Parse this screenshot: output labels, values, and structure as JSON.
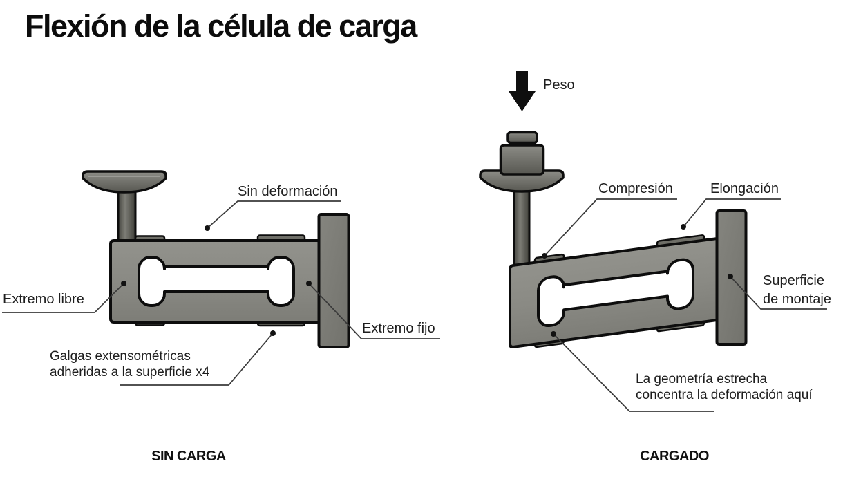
{
  "title": "Flexión de la célula de carga",
  "colors": {
    "background": "#ffffff",
    "beam_fill": "#8a8a84",
    "plate_fill": "#7b7b75",
    "gauge_fill": "#6e6e67",
    "outline": "#0d0d0d",
    "leader_line": "#3a3a3a",
    "text": "#1e1e1e"
  },
  "left_diagram": {
    "caption": "SIN CARGA",
    "labels": {
      "no_deformation": "Sin deformación",
      "free_end": "Extremo libre",
      "fixed_end": "Extremo fijo",
      "strain_gauges_line1": "Galgas extensométricas",
      "strain_gauges_line2": "adheridas a la superficie x4"
    }
  },
  "right_diagram": {
    "caption": "CARGADO",
    "labels": {
      "weight": "Peso",
      "compression": "Compresión",
      "elongation": "Elongación",
      "mounting_surface_line1": "Superficie",
      "mounting_surface_line2": "de montaje",
      "narrow_geometry_line1": "La geometría estrecha",
      "narrow_geometry_line2": "concentra la deformación aquí"
    }
  }
}
